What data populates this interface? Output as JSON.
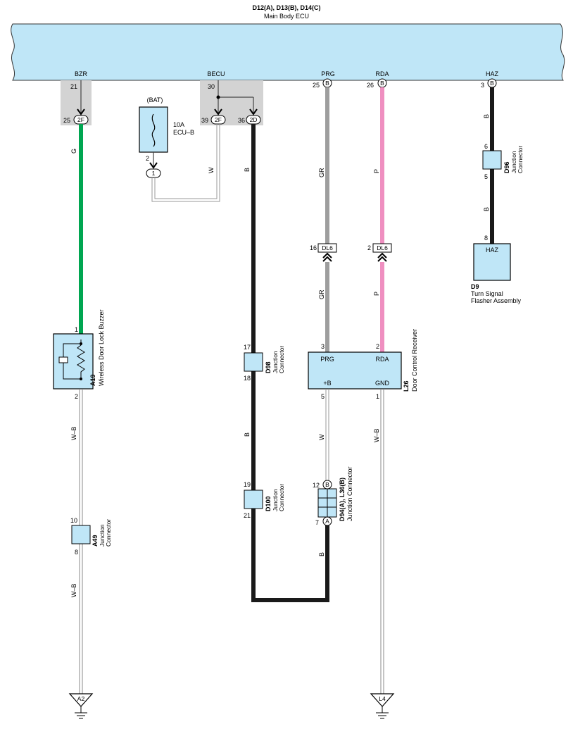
{
  "header": {
    "ecu_codes": "D12(A), D13(B), D14(C)",
    "ecu_name": "Main Body ECU"
  },
  "ecu_pins": {
    "bzr": "BZR",
    "becu": "BECU",
    "prg": "PRG",
    "rda": "RDA",
    "haz": "HAZ"
  },
  "pins": {
    "p21": "21",
    "p25a": "25",
    "p30": "30",
    "p39": "39",
    "p36": "36",
    "p25b": "25",
    "p26": "26",
    "p3": "3",
    "p2": "2",
    "p6": "6",
    "p5": "5",
    "p8": "8",
    "p16": "16",
    "p2b": "2",
    "p3b": "3",
    "p2c": "2",
    "p1": "1",
    "p2d": "2",
    "p17": "17",
    "p18": "18",
    "p5b": "5",
    "p1b": "1",
    "p19": "19",
    "p21b": "21",
    "p12": "12",
    "p7": "7",
    "p10": "10",
    "p8b": "8"
  },
  "connector_tags": {
    "c2f_a": "2F",
    "c2f_b": "2F",
    "c2d": "2D",
    "b1": "B",
    "b2": "B",
    "b3": "B",
    "b4": "B",
    "a1": "A",
    "dl6_a": "DL6",
    "dl6_b": "DL6",
    "one": "1"
  },
  "wire_colors": {
    "g": "G",
    "w1": "W",
    "b1": "B",
    "gr1": "GR",
    "p1": "P",
    "b_haz1": "B",
    "b_haz2": "B",
    "gr2": "GR",
    "p2": "P",
    "wb1": "W–B",
    "b2": "B",
    "w2": "W",
    "wb2": "W–B",
    "b3": "B",
    "wb3": "W–B"
  },
  "fuse": {
    "source": "(BAT)",
    "rating": "10A",
    "name": "ECU–B"
  },
  "components": {
    "d96": {
      "code": "D96",
      "name1": "Junction",
      "name2": "Connector"
    },
    "d9": {
      "code": "D9",
      "name1": "Turn Signal",
      "name2": "Flasher Assembly",
      "pin": "HAZ"
    },
    "a19": {
      "code": "A19",
      "name": "Wireless Door Lock Buzzer"
    },
    "d98": {
      "code": "D98",
      "name1": "Junction",
      "name2": "Connector"
    },
    "l26": {
      "code": "L26",
      "name": "Door Control Receiver",
      "prg": "PRG",
      "rda": "RDA",
      "b": "+B",
      "gnd": "GND"
    },
    "d100": {
      "code": "D100",
      "name1": "Junction",
      "name2": "Connector"
    },
    "d94": {
      "code": "D94(A), L36(B)",
      "name": "Junction Connector"
    },
    "a49": {
      "code": "A49",
      "name1": "Junction",
      "name2": "Connector"
    }
  },
  "grounds": {
    "a2": "A2",
    "l4": "L4"
  },
  "colors": {
    "ecu_fill": "#bfe6f7",
    "component_fill": "#bfe6f7",
    "gray_box": "#d3d3d3",
    "green_wire": "#00a651",
    "gray_wire": "#9e9e9e",
    "pink_wire": "#ef8fc0",
    "black_wire": "#1a1a1a"
  }
}
